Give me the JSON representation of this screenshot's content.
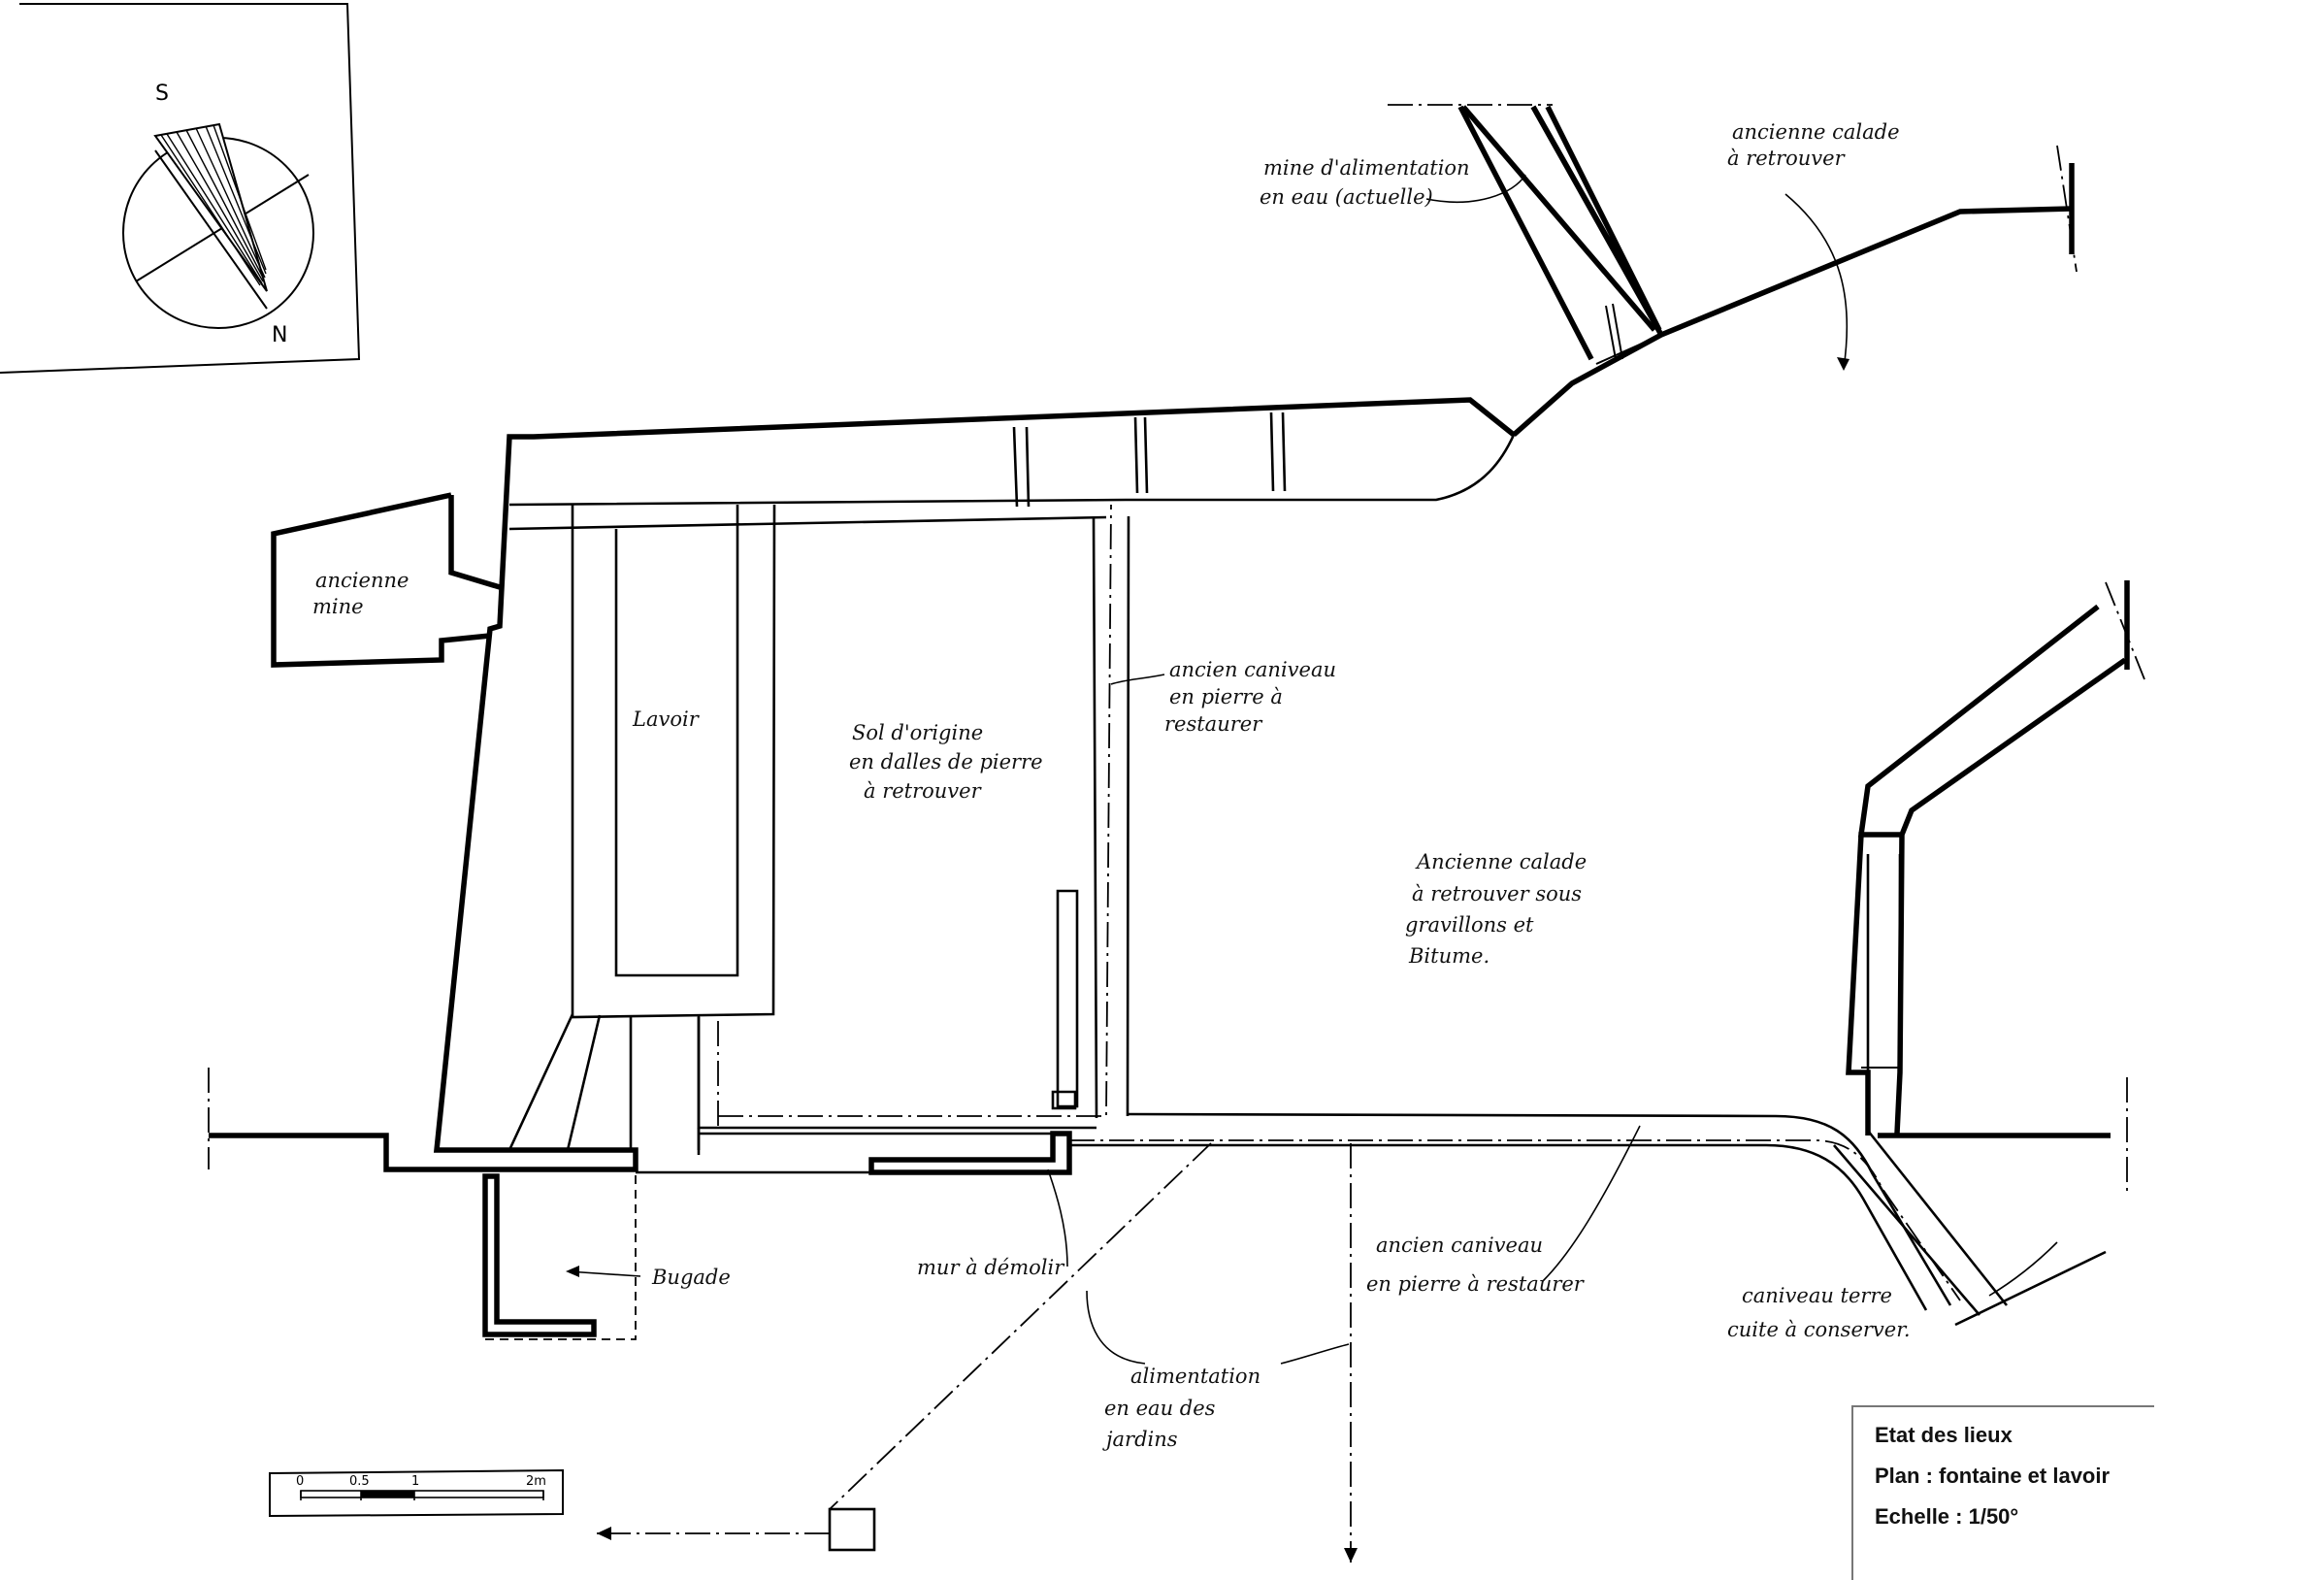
{
  "compass": {
    "south": "S",
    "north": "N"
  },
  "labels": {
    "ancienne_mine": [
      "ancienne",
      "mine"
    ],
    "mine_alimentation": [
      "mine d'alimentation",
      "en eau (actuelle)"
    ],
    "ancienne_calade_top": [
      "ancienne calade",
      "à retrouver"
    ],
    "lavoir": "Lavoir",
    "sol_origine": [
      "Sol d'origine",
      "en dalles de pierre",
      "à retrouver"
    ],
    "caniveau_restaurer": [
      "ancien caniveau",
      "en pierre à",
      "restaurer"
    ],
    "calade_gravillons": [
      "Ancienne calade",
      "à retrouver sous",
      "gravillons et",
      "Bitume."
    ],
    "bugade": "Bugade",
    "mur_demolir": "mur à démolir",
    "alimentation_jardins": [
      "alimentation",
      "en eau des",
      "jardins"
    ],
    "caniveau_pierre": [
      "ancien caniveau",
      "en pierre à restaurer"
    ],
    "caniveau_terre": [
      "caniveau terre",
      "cuite à conserver."
    ]
  },
  "scale_bar": {
    "ticks": [
      "0",
      "0.5",
      "1",
      "2m"
    ]
  },
  "title_block": {
    "line1": "Etat des lieux",
    "line2": "Plan : fontaine et lavoir",
    "line3": "Echelle : 1/50°"
  }
}
